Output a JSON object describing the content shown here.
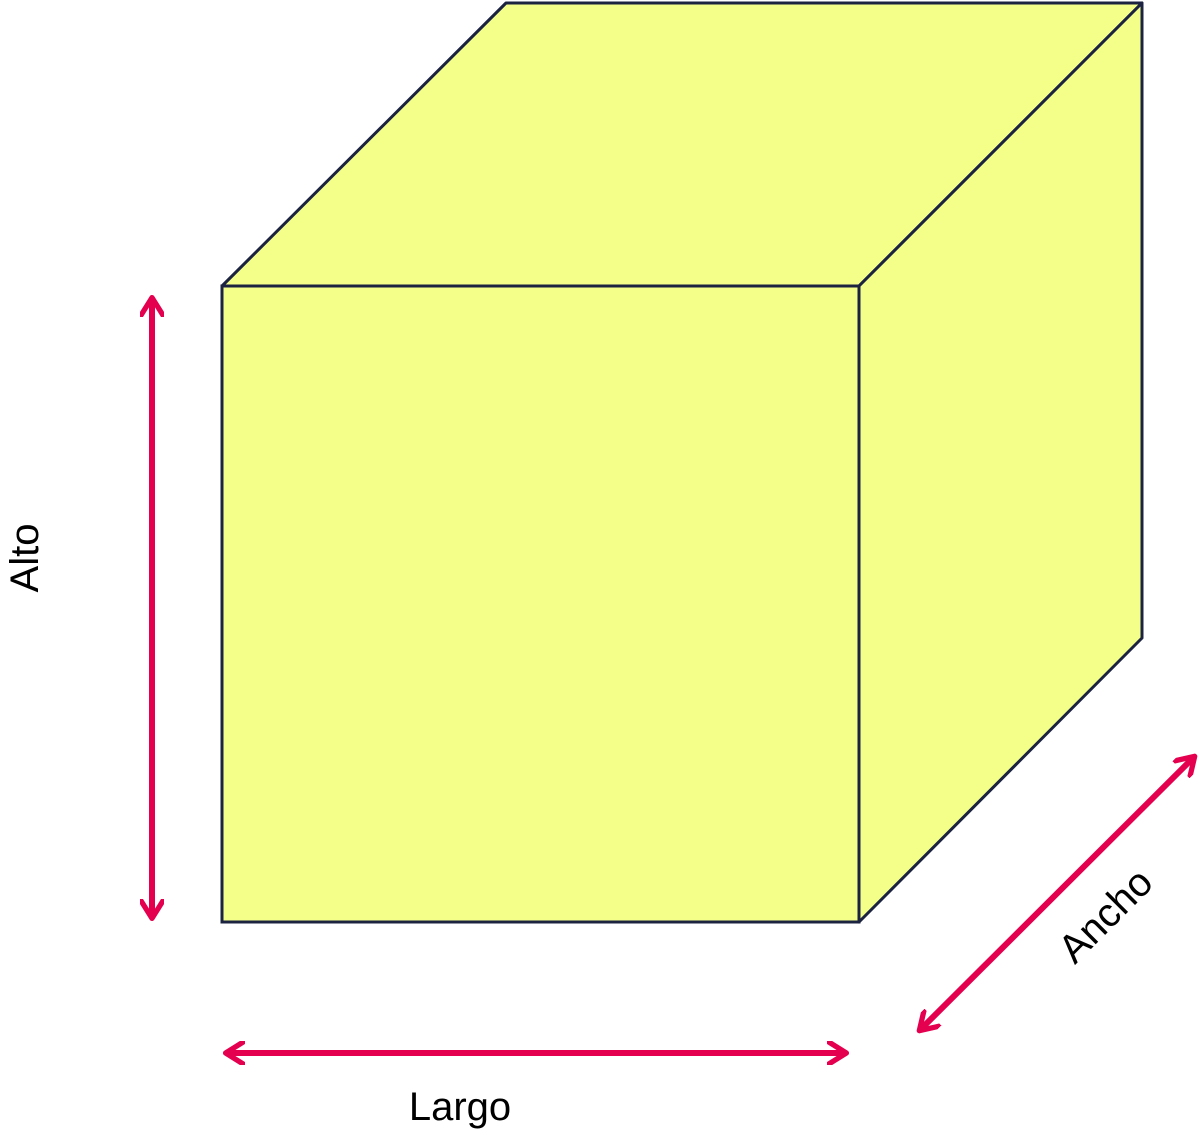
{
  "colors": {
    "face_fill": "#f4ff8a",
    "edge_stroke": "#1c2340",
    "arrow": "#e4004f"
  },
  "labels": {
    "height": "Alto",
    "length": "Largo",
    "width": "Ancho"
  }
}
